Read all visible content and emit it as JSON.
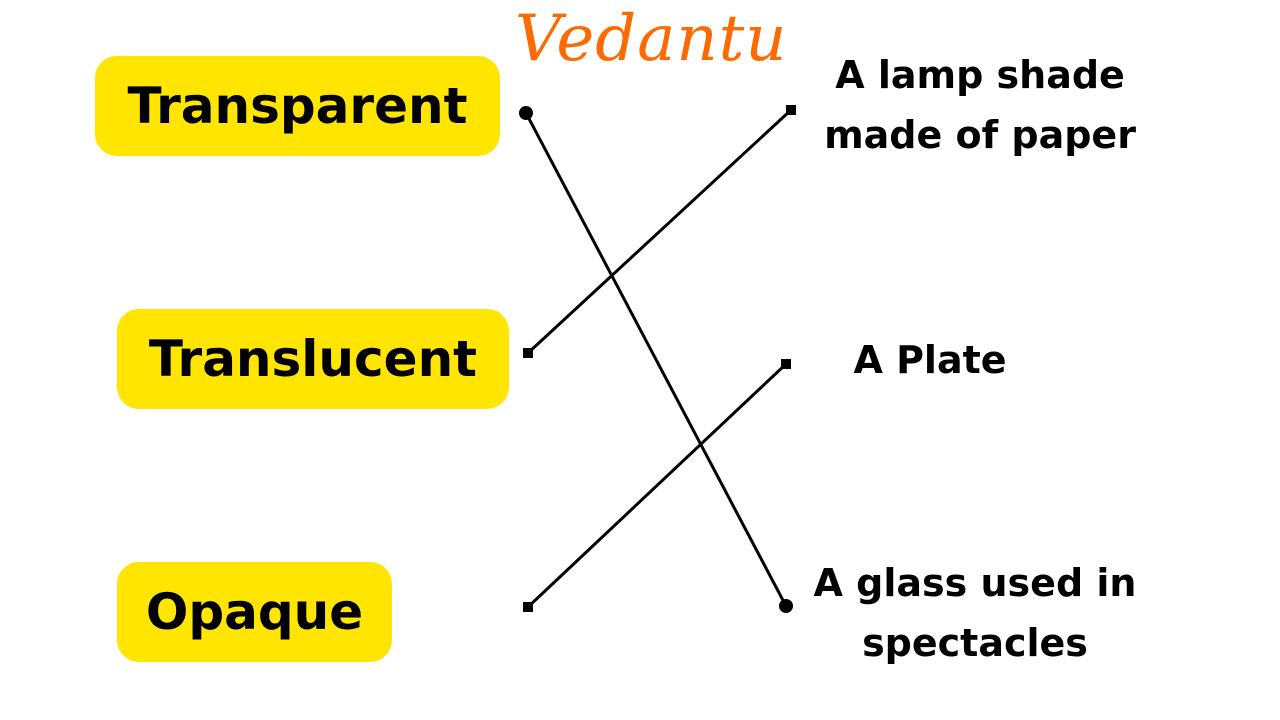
{
  "logo": {
    "text": "Vedantu",
    "color": "#FF6A00"
  },
  "left": [
    {
      "label": "Transparent"
    },
    {
      "label": "Translucent"
    },
    {
      "label": "Opaque"
    }
  ],
  "right": [
    {
      "line1": "A lamp shade",
      "line2": "made of paper"
    },
    {
      "line1": "A Plate"
    },
    {
      "line1": "A glass used in",
      "line2": "spectacles"
    }
  ],
  "matches": [
    {
      "from": "Transparent",
      "to": "A glass used in spectacles"
    },
    {
      "from": "Translucent",
      "to": "A lamp shade made of paper"
    },
    {
      "from": "Opaque",
      "to": "A Plate"
    }
  ],
  "colors": {
    "highlight": "#FFE500",
    "line": "#000000"
  }
}
